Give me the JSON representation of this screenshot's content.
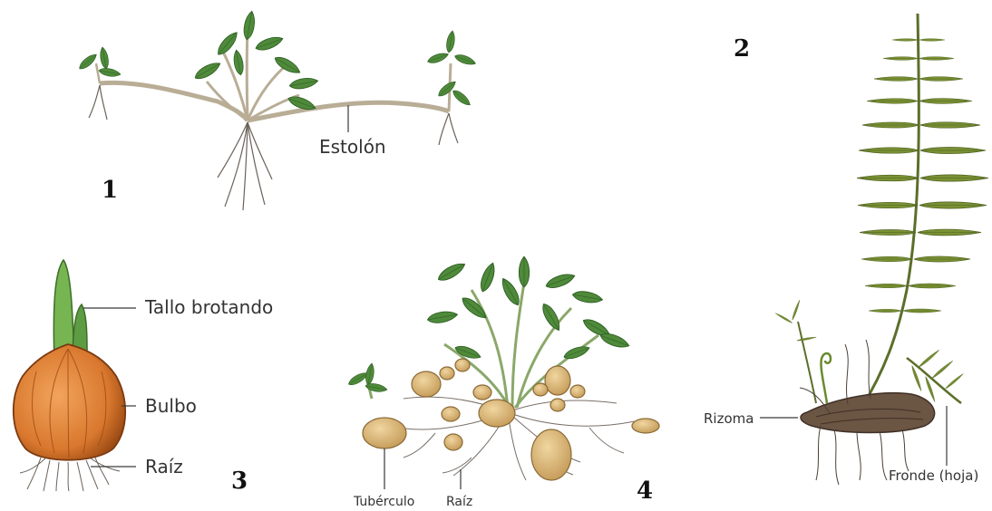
{
  "panels": {
    "p1": {
      "number": "1",
      "label": "Estolón"
    },
    "p2": {
      "number": "2",
      "labels": {
        "rhizome": "Rizoma",
        "frond": "Fronde (hoja)"
      }
    },
    "p3": {
      "number": "3",
      "labels": {
        "stem": "Tallo brotando",
        "bulb": "Bulbo",
        "root": "Raíz"
      }
    },
    "p4": {
      "number": "4",
      "labels": {
        "tuber": "Tubérculo",
        "root": "Raíz"
      }
    }
  },
  "colors": {
    "leaf": "#4e8a3a",
    "leaf_dark": "#2f5e25",
    "stem": "#b9ad96",
    "root": "#6b625a",
    "bulb": "#d9782e",
    "sprout": "#76b552",
    "tuber": "#d9b77e",
    "fern": "#6a7f33",
    "rhizome": "#6b5543"
  }
}
